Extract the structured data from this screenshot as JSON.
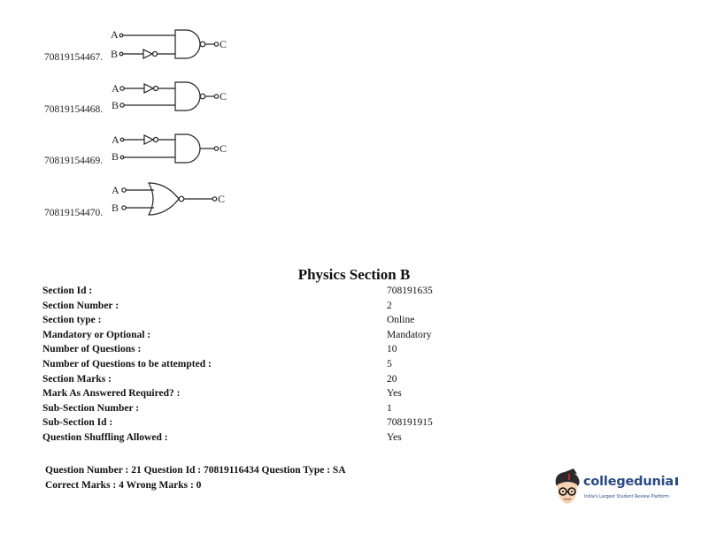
{
  "options": [
    {
      "id": "70819154467.",
      "gate": "NAND with inverted B input",
      "inputs": [
        "A",
        "B"
      ],
      "output": "C"
    },
    {
      "id": "70819154468.",
      "gate": "NAND with inverted A input",
      "inputs": [
        "A",
        "B"
      ],
      "output": "C"
    },
    {
      "id": "70819154469.",
      "gate": "AND with inverted A input",
      "inputs": [
        "A",
        "B"
      ],
      "output": "C"
    },
    {
      "id": "70819154470.",
      "gate": "NOR",
      "inputs": [
        "A",
        "B"
      ],
      "output": "C"
    }
  ],
  "section": {
    "title": "Physics Section B",
    "rows": [
      {
        "label": "Section Id :",
        "value": "708191635"
      },
      {
        "label": "Section Number :",
        "value": "2"
      },
      {
        "label": "Section type :",
        "value": "Online"
      },
      {
        "label": "Mandatory or Optional :",
        "value": "Mandatory"
      },
      {
        "label": "Number of Questions :",
        "value": "10"
      },
      {
        "label": "Number of Questions to be attempted :",
        "value": "5"
      },
      {
        "label": "Section Marks :",
        "value": "20"
      },
      {
        "label": "Mark As Answered Required? :",
        "value": "Yes"
      },
      {
        "label": "Sub-Section Number :",
        "value": "1"
      },
      {
        "label": "Sub-Section Id :",
        "value": "708191915"
      },
      {
        "label": "Question Shuffling Allowed :",
        "value": "Yes"
      }
    ]
  },
  "question": {
    "line1": "Question Number : 21 Question Id : 70819116434 Question Type : SA",
    "line2": "Correct Marks : 4 Wrong Marks : 0"
  },
  "logo": {
    "name": "collegedunia",
    "tagline": "India's Largest Student Review Platform",
    "brand_color": "#2a4b86"
  }
}
